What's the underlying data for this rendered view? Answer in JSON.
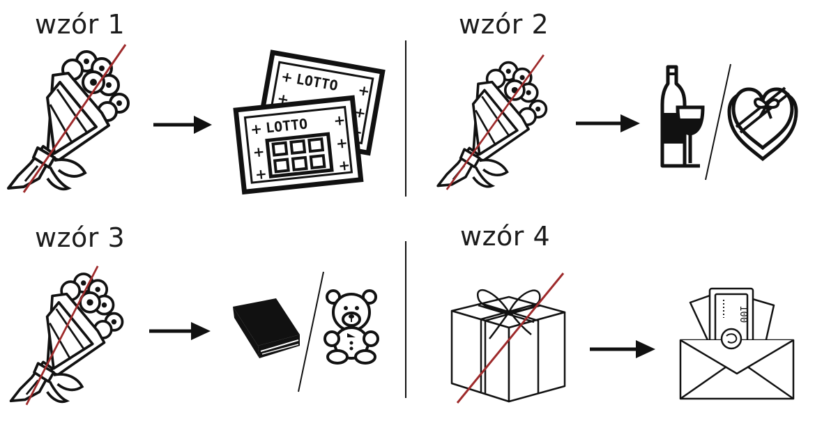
{
  "patterns": [
    {
      "label": "wzór 1",
      "from": [
        "flower-bouquet"
      ],
      "to": [
        "lotto-tickets"
      ],
      "from_crossed": true
    },
    {
      "label": "wzór 2",
      "from": [
        "flower-bouquet"
      ],
      "to": [
        "wine-and-glass",
        "heart-gift-box"
      ],
      "from_crossed": true
    },
    {
      "label": "wzór 3",
      "from": [
        "flower-bouquet"
      ],
      "to": [
        "book",
        "teddy-bear"
      ],
      "from_crossed": true
    },
    {
      "label": "wzór 4",
      "from": [
        "gift-box"
      ],
      "to": [
        "money-envelope"
      ],
      "from_crossed": true
    }
  ],
  "lotto_text": "LOTTO",
  "banknote_value": "100",
  "colors": {
    "ink": "#111111",
    "cross": "#9e2a2b"
  }
}
